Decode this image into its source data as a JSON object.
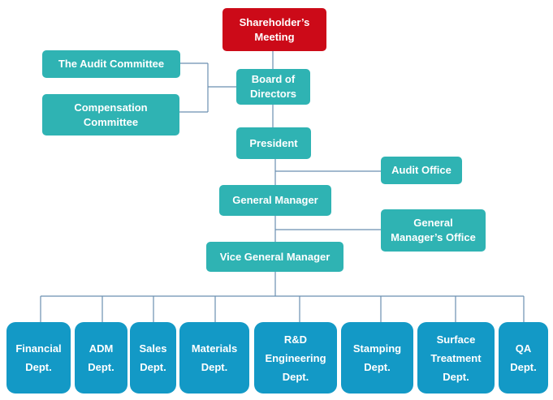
{
  "colors": {
    "top": "#cc0a18",
    "management": "#2fb3b3",
    "departments": "#1399c6",
    "connector": "#6b8fb0"
  },
  "nodes": {
    "shareholders_meeting": "Shareholder’s\nMeeting",
    "audit_committee": "The Audit Committee",
    "compensation_committee": "Compensation\nCommittee",
    "board_of_directors": "Board of\nDirectors",
    "president": "President",
    "audit_office": "Audit Office",
    "general_manager": "General Manager",
    "general_managers_office": "General\nManager’s Office",
    "vice_general_manager": "Vice General Manager"
  },
  "departments": [
    "Financial\nDept.",
    "ADM\nDept.",
    "Sales\nDept.",
    "Materials\nDept.",
    "R&D\nEngineering\nDept.",
    "Stamping\nDept.",
    "Surface\nTreatment\nDept.",
    "QA\nDept."
  ]
}
